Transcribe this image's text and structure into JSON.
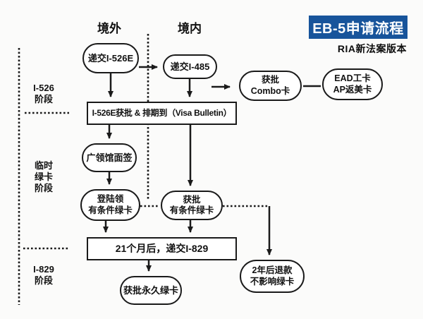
{
  "title": {
    "text": "EB-5申请流程",
    "subtitle": "RIA新法案版本",
    "badge_bg": "#17549b",
    "badge_text_color": "#ffffff"
  },
  "columns": [
    {
      "id": "abroad",
      "label": "境外"
    },
    {
      "id": "domestic",
      "label": "境内"
    }
  ],
  "stages": [
    {
      "id": "i526",
      "label": "I-526\n阶段"
    },
    {
      "id": "temp-green-card",
      "label": "临时\n绿卡\n阶段"
    },
    {
      "id": "i829",
      "label": "I-829\n阶段"
    }
  ],
  "nodes": {
    "submit_i526e": "递交I-526E",
    "submit_i485": "递交I-485",
    "combo": "获批\nCombo卡",
    "ead": "EAD工卡\nAP返美卡",
    "i526e_approved": "I-526E获批 & 排期到（Visa Bulletin）",
    "consulate": "广领馆面签",
    "landing": "登陆领\n有条件绿卡",
    "conditional": "获批\n有条件绿卡",
    "i829_submit": "21个月后，递交I-829",
    "permanent": "获批永久绿卡",
    "refund": "2年后退款\n不影响绿卡"
  },
  "colors": {
    "line": "#1a1a1a",
    "node_fill": "#ffffff",
    "background": "#fbfbfa"
  }
}
